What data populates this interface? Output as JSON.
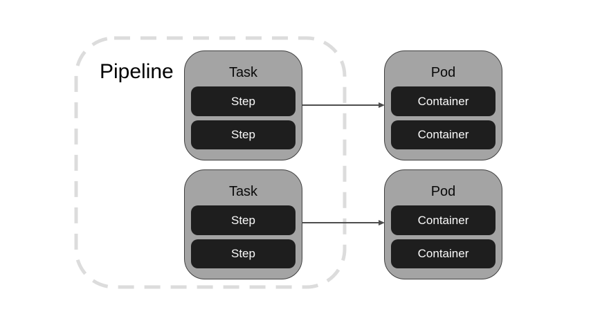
{
  "diagram": {
    "pipeline": {
      "label": "Pipeline",
      "tasks": [
        {
          "title": "Task",
          "steps": [
            "Step",
            "Step"
          ]
        },
        {
          "title": "Task",
          "steps": [
            "Step",
            "Step"
          ]
        }
      ]
    },
    "pods": [
      {
        "title": "Pod",
        "containers": [
          "Container",
          "Container"
        ]
      },
      {
        "title": "Pod",
        "containers": [
          "Container",
          "Container"
        ]
      }
    ],
    "arrows": [
      {
        "from": "task-1-step-1",
        "to": "pod-1-container-1"
      },
      {
        "from": "task-2-step-1",
        "to": "pod-2-container-1"
      }
    ],
    "colors": {
      "background": "#ffffff",
      "pipeline_dash_border": "#dcdcdc",
      "group_fill": "#a4a4a4",
      "group_border": "#3f3f3f",
      "item_fill": "#1e1e1e",
      "item_text": "#fafafa",
      "title_text": "#000000",
      "arrow": "#4d4d4d"
    }
  }
}
